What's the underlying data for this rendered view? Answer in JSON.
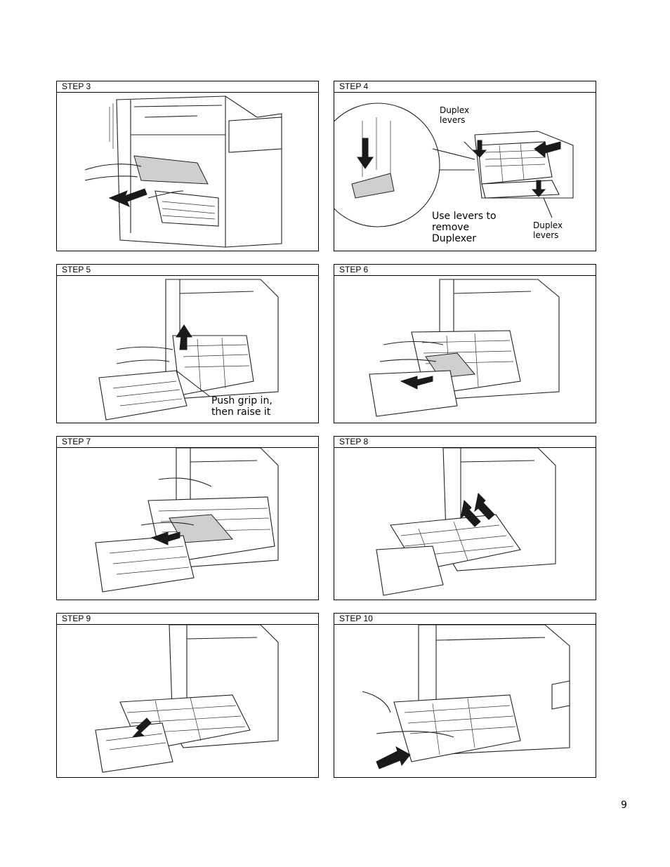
{
  "panels": [
    {
      "label": "STEP 3",
      "callouts": []
    },
    {
      "label": "STEP 4",
      "callouts": [
        "Duplex\nlevers",
        "Use levers to\nremove\nDuplexer",
        "Duplex\nlevers"
      ]
    },
    {
      "label": "STEP 5",
      "callouts": [
        "Push grip in,\nthen raise it"
      ]
    },
    {
      "label": "STEP 6",
      "callouts": []
    },
    {
      "label": "STEP 7",
      "callouts": []
    },
    {
      "label": "STEP 8",
      "callouts": []
    },
    {
      "label": "STEP 9",
      "callouts": []
    },
    {
      "label": "STEP 10",
      "callouts": []
    }
  ],
  "page_number": "9"
}
